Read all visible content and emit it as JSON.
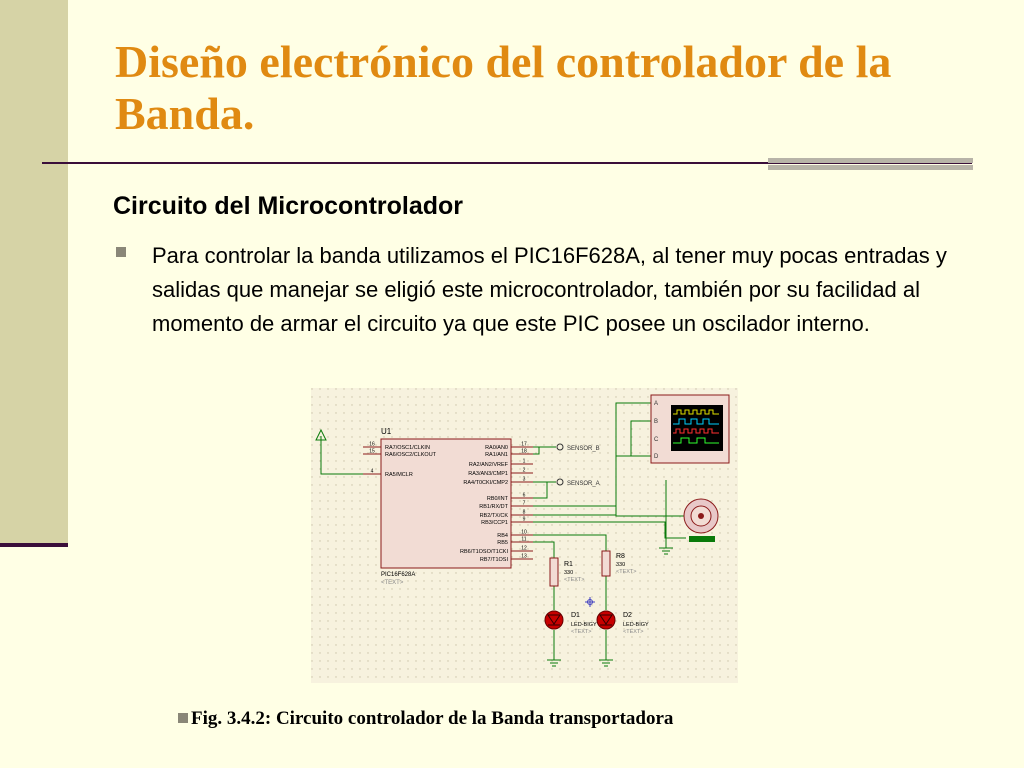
{
  "slide": {
    "title": "Diseño electrónico del controlador de la Banda.",
    "subtitle": "Circuito del Microcontrolador",
    "bullet": "Para controlar la banda utilizamos el PIC16F628A, al tener muy pocas entradas y salidas que manejar se eligió este microcontrolador, también por su facilidad al momento de armar el circuito ya que este PIC posee un oscilador interno.",
    "caption": "Fig. 3.4.2: Circuito controlador de la Banda transportadora"
  },
  "schematic": {
    "ic_ref": "U1",
    "ic_part": "PIC16F628A",
    "ic_text": "<TEXT>",
    "left_pins": [
      {
        "num": "16",
        "name": "RA7/OSC1/CLKIN"
      },
      {
        "num": "15",
        "name": "RA6/OSC2/CLKOUT"
      },
      {
        "num": "4",
        "name": "RA5/MCLR"
      }
    ],
    "right_pins": [
      {
        "num": "17",
        "name": "RA0/AN0"
      },
      {
        "num": "18",
        "name": "RA1/AN1"
      },
      {
        "num": "1",
        "name": "RA2/AN2/VREF"
      },
      {
        "num": "2",
        "name": "RA3/AN3/CMP1"
      },
      {
        "num": "3",
        "name": "RA4/T0CKI/CMP2"
      },
      {
        "num": "6",
        "name": "RB0/INT"
      },
      {
        "num": "7",
        "name": "RB1/RX/DT"
      },
      {
        "num": "8",
        "name": "RB2/TX/CK"
      },
      {
        "num": "9",
        "name": "RB3/CCP1"
      },
      {
        "num": "10",
        "name": "RB4"
      },
      {
        "num": "11",
        "name": "RB5"
      },
      {
        "num": "12",
        "name": "RB6/T1OSO/T1CKI"
      },
      {
        "num": "13",
        "name": "RB7/T1OSI"
      }
    ],
    "sensor_b": "SENSOR_B",
    "sensor_a": "SENSOR_A",
    "scope_channels": [
      "A",
      "B",
      "C",
      "D"
    ],
    "r1": {
      "ref": "R1",
      "value": "330",
      "text": "<TEXT>"
    },
    "r8": {
      "ref": "R8",
      "value": "330",
      "text": "<TEXT>"
    },
    "d1": {
      "ref": "D1",
      "part": "LED-BIGY",
      "text": "<TEXT>"
    },
    "d2": {
      "ref": "D2",
      "part": "LED-BIGY",
      "text": "<TEXT>"
    },
    "colors": {
      "ic_fill": "#F2DCD4",
      "ic_border": "#8B1A1A",
      "wire": "#0A7A0A",
      "scope_screen": "#000000",
      "led": "#C80000",
      "canvas": "#F7F2DE"
    }
  }
}
